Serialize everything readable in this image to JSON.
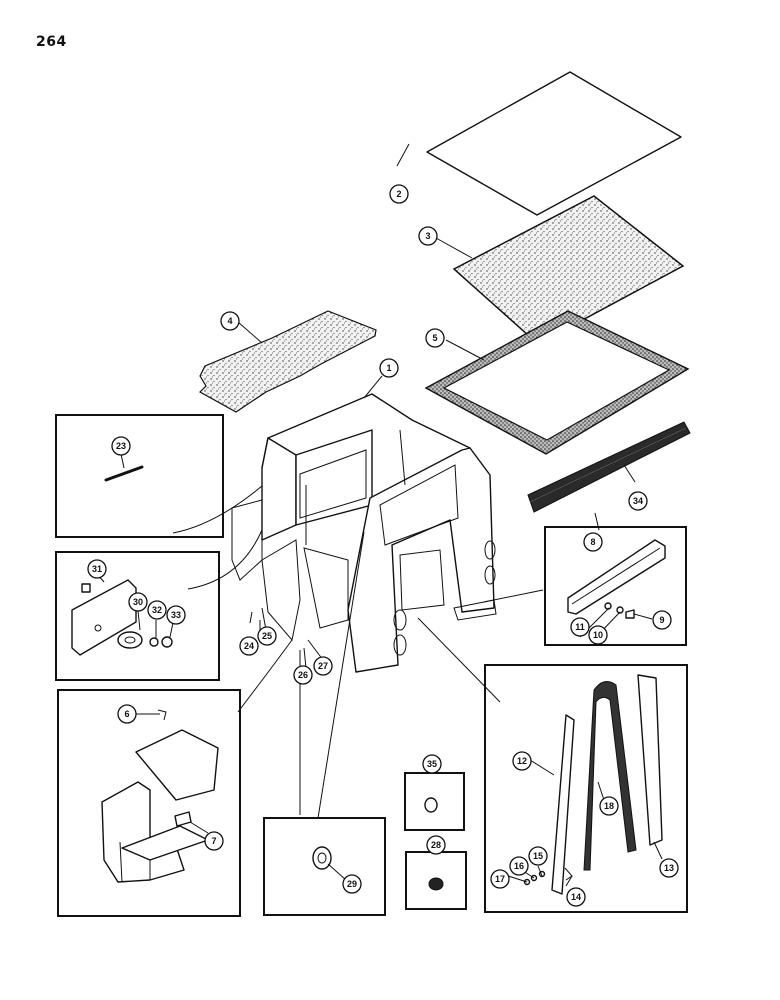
{
  "page_number": "264",
  "callouts": [
    {
      "id": "c1",
      "label": "1"
    },
    {
      "id": "c2",
      "label": "2"
    },
    {
      "id": "c3",
      "label": "3"
    },
    {
      "id": "c4",
      "label": "4"
    },
    {
      "id": "c5",
      "label": "5"
    },
    {
      "id": "c6",
      "label": "6"
    },
    {
      "id": "c7",
      "label": "7"
    },
    {
      "id": "c8",
      "label": "8"
    },
    {
      "id": "c9",
      "label": "9"
    },
    {
      "id": "c10",
      "label": "10"
    },
    {
      "id": "c11",
      "label": "11"
    },
    {
      "id": "c12",
      "label": "12"
    },
    {
      "id": "c13",
      "label": "13"
    },
    {
      "id": "c14",
      "label": "14"
    },
    {
      "id": "c15",
      "label": "15"
    },
    {
      "id": "c16",
      "label": "16"
    },
    {
      "id": "c17",
      "label": "17"
    },
    {
      "id": "c18",
      "label": "18"
    },
    {
      "id": "c23",
      "label": "23"
    },
    {
      "id": "c24",
      "label": "24"
    },
    {
      "id": "c25",
      "label": "25"
    },
    {
      "id": "c26",
      "label": "26"
    },
    {
      "id": "c27",
      "label": "27"
    },
    {
      "id": "c28",
      "label": "28"
    },
    {
      "id": "c29",
      "label": "29"
    },
    {
      "id": "c30",
      "label": "30"
    },
    {
      "id": "c31",
      "label": "31"
    },
    {
      "id": "c32",
      "label": "32"
    },
    {
      "id": "c33",
      "label": "33"
    },
    {
      "id": "c34",
      "label": "34"
    },
    {
      "id": "c35",
      "label": "35"
    }
  ]
}
